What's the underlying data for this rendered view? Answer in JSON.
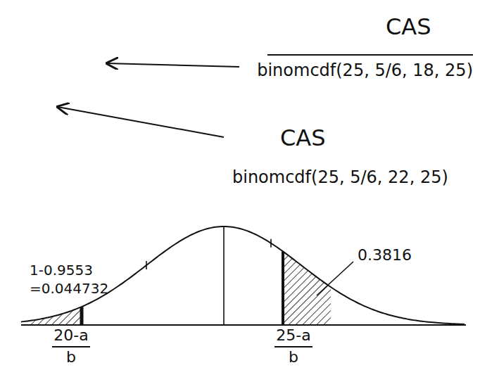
{
  "diagram": {
    "labels": [
      "CAS",
      "binomcdf(25, 5/6, 18, 25)",
      "CAS",
      "binomcdf(25, 5/6, 22, 25)",
      "1-0.9553",
      "=0.044732",
      "0.3816",
      "20-a",
      "b",
      "25-a",
      "b"
    ]
  }
}
